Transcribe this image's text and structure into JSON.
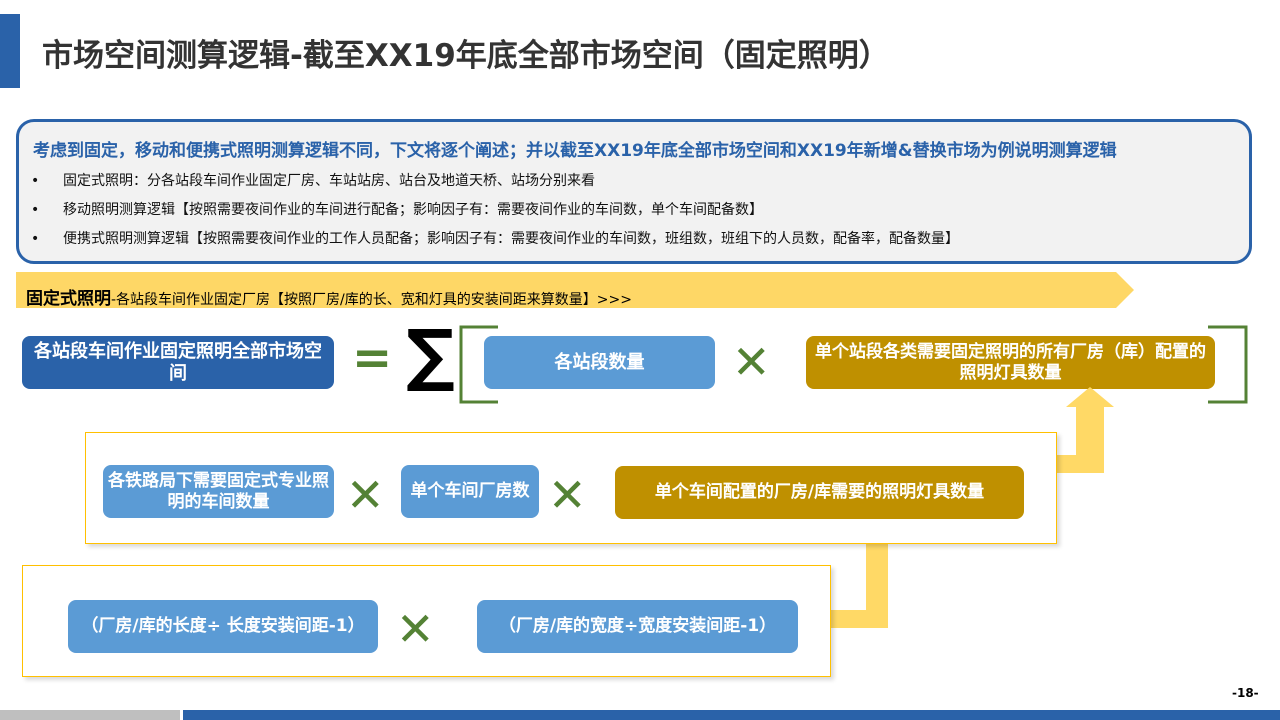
{
  "title": "市场空间测算逻辑-截至XX19年底全部市场空间（固定照明）",
  "intro": {
    "heading": "考虑到固定，移动和便携式照明测算逻辑不同，下文将逐个阐述；并以截至XX19年底全部市场空间和XX19年新增&替换市场为例说明测算逻辑",
    "bullets": [
      "固定式照明：分各站段车间作业固定厂房、车站站房、站台及地道天桥、站场分别来看",
      "移动照明测算逻辑【按照需要夜间作业的车间进行配备；影响因子有：需要夜间作业的车间数，单个车间配备数】",
      "便携式照明测算逻辑【按照需要夜间作业的工作人员配备；影响因子有：需要夜间作业的车间数，班组数，班组下的人员数，配备率，配备数量】"
    ],
    "bullet_mark": "•"
  },
  "banner": {
    "bold": "固定式照明",
    "rest": "-各站段车间作业固定厂房【按照厂房/库的长、宽和灯具的安装间距来算数量】>>>"
  },
  "row1": {
    "total": "各站段车间作业固定照明全部市场空间",
    "equals": "=",
    "sigma": "∑",
    "a": "各站段数量",
    "b": "单个站段各类需要固定照明的所有厂房（库）配置的照明灯具数量"
  },
  "row2": {
    "a": "各铁路局下需要固定式专业照明的车间数量",
    "b": "单个车间厂房数",
    "c": "单个车间配置的厂房/库需要的照明灯具数量"
  },
  "row3": {
    "a": "（厂房/库的长度÷ 长度安装间距-1）",
    "b": "（厂房/库的宽度÷宽度安装间距-1）"
  },
  "times": "✕",
  "page": "-18-"
}
